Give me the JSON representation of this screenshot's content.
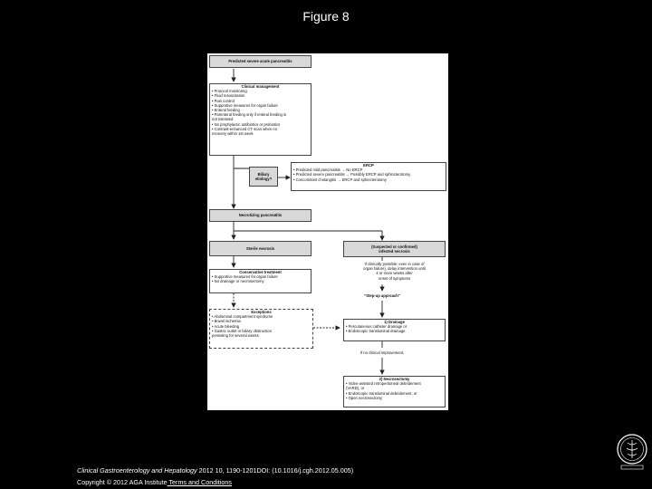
{
  "slide": {
    "title": "Figure 8"
  },
  "diagram": {
    "start": "Predicted severe acute pancreatitis",
    "clinical_management": {
      "title": "Clinical management",
      "items": [
        "• Protocol monitoring",
        "• Fluid resuscitation",
        "• Pain control",
        "• Supportive measures for organ failure",
        "• Enteral feeding",
        "• Parenteral feeding only if enteral feeding is",
        "  not tolerated",
        "• No prophylactic antibiotics or probiotics",
        "• Contrast-enhanced CT scan when no",
        "  recovery within 1st week"
      ]
    },
    "biliary_question": "Biliary etiology?",
    "ercp": {
      "title": "ERCP",
      "items": [
        "• Predicted mild pancreatitis → No ERCP",
        "• Predicted severe pancreatitis → Possibly ERCP and sphincterotomy",
        "• Concomitant cholangitis → ERCP and sphincterotomy"
      ]
    },
    "necrotizing": "Necrotizing pancreatitis",
    "sterile": "Sterile necrosis",
    "infected": {
      "line1": "(Suspected or confirmed)",
      "line2": "infected necrosis"
    },
    "conservative": {
      "title": "Conservative treatment",
      "items": [
        "• Supportive measures for organ failure",
        "• No drainage or necrosectomy"
      ]
    },
    "delay_note": [
      "If clinically possible: even in case of",
      "organ failure), delay intervention until",
      "4 or more weeks after",
      "onset of symptoms"
    ],
    "step_up": "\"Step-up approach\"",
    "exceptions": {
      "title": "Exceptions",
      "items": [
        "• Abdominal compartment syndrome",
        "• Bowel ischemia",
        "• Acute bleeding",
        "• Gastric outlet or biliary obstruction",
        "  persisting for several weeks"
      ]
    },
    "drainage": {
      "title": "1) Drainage",
      "items": [
        "• Percutaneous catheter drainage or",
        "• Endoscopic transluminal drainage"
      ]
    },
    "no_improvement": "If no clinical improvement,",
    "necrosectomy": {
      "title": "2) Necrosectomy",
      "items": [
        "• Video-assisted retroperitoneal debridement",
        "  (VARD), or",
        "• Endoscopic transluminal debridement, or",
        "• Open necrosectomy"
      ]
    }
  },
  "footer": {
    "journal": "Clinical Gastroenterology and Hepatology",
    "citation": " 2012 10, 1190-1201DOI: (10.1016/j.cgh.2012.05.005)",
    "copyright": "Copyright © 2012 AGA Institute",
    "terms_link": " Terms and Conditions"
  }
}
